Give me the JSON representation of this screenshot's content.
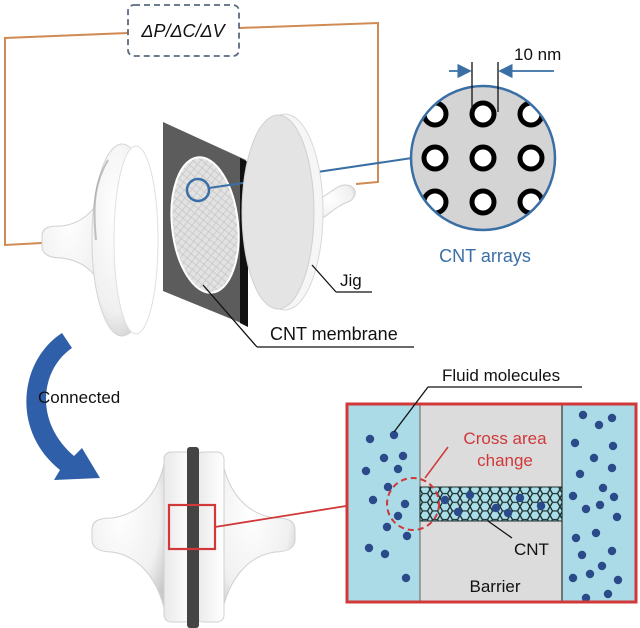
{
  "figure": {
    "measurement_label": "ΔP/ΔC/ΔV",
    "scale_label": "10 nm",
    "inset_caption": "CNT arrays",
    "labels": {
      "jig": "Jig",
      "cnt_membrane": "CNT membrane",
      "connected": "Connected",
      "fluid_molecules": "Fluid molecules",
      "cross_area_change_line1": "Cross area",
      "cross_area_change_line2": "change",
      "cnt": "CNT",
      "barrier": "Barrier"
    },
    "colors": {
      "wire": "#d08a54",
      "dashed_box": "#5a6a80",
      "inset_blue": "#3a6fa5",
      "arrow_blue": "#2f5fa8",
      "highlight_red": "#d0383a",
      "fluid": "#aadbe6",
      "barrier": "#dcdcdc",
      "molecule": "#2b4a8a",
      "membrane_frame": "#5c5c5c"
    }
  }
}
